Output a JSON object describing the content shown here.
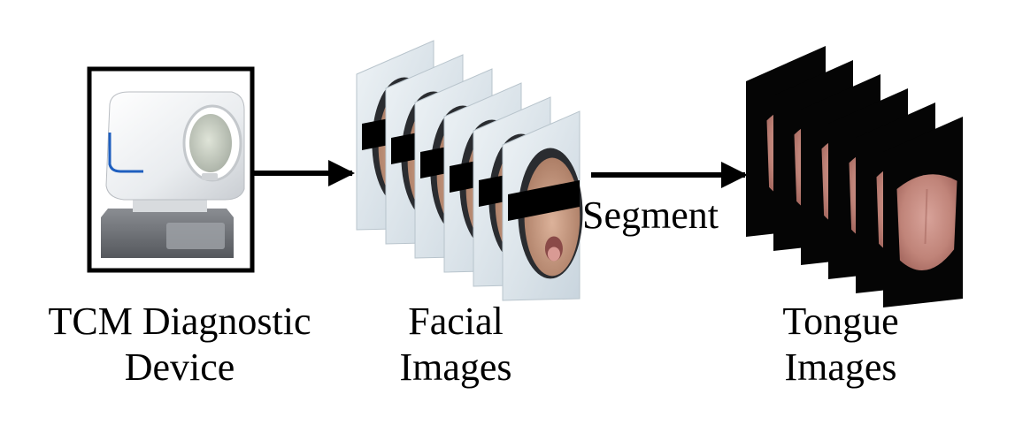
{
  "captions": {
    "device_line1": "TCM Diagnostic",
    "device_line2": "Device",
    "facial_line1": "Facial",
    "facial_line2": "Images",
    "tongue_line1": "Tongue",
    "tongue_line2": "Images"
  },
  "arrow_label": "Segment",
  "colors": {
    "frame": "#000000",
    "device_body": "#eef0f2",
    "device_base": "#6a6d72",
    "device_accent_blue": "#1f5fbf",
    "face_bg": "#d9e2e8",
    "skin": "#c99a82",
    "censor_bar": "#000000",
    "tongue_bg": "#050505",
    "tongue": "#c98f86"
  },
  "stack_counts": {
    "facial_images": 6,
    "tongue_images": 6
  }
}
